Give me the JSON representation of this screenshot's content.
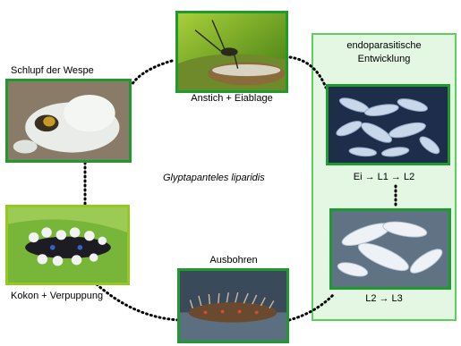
{
  "species": "Glyptapanteles liparidis",
  "stages": {
    "oviposition": "Anstich + Eiablage",
    "emergence": "Schlupf der Wespe",
    "cocoon": "Kokon + Verpuppung",
    "boring_out": "Ausbohren"
  },
  "panel": {
    "title_line1": "endoparasitische",
    "title_line2": "Entwicklung",
    "step1": "Ei → L1 → L2",
    "step2": "L2 → L3"
  },
  "photos": [
    {
      "name": "wasp-on-caterpillar-photo",
      "subject": "wasp ovipositing into caterpillar"
    },
    {
      "name": "wasp-emergence-photo",
      "subject": "wasp emerging from cocoon mass"
    },
    {
      "name": "cocoons-on-caterpillar-photo",
      "subject": "white cocoons on dark caterpillar"
    },
    {
      "name": "hairy-caterpillar-photo",
      "subject": "hairy caterpillar"
    },
    {
      "name": "eggs-larvae-photo",
      "subject": "translucent eggs and young larvae"
    },
    {
      "name": "l3-larvae-photo",
      "subject": "white L3 larvae"
    }
  ],
  "colors": {
    "frame_dark_green": "#1f9a2e",
    "frame_lime": "#95c91e",
    "panel_fill": "#e3f7e3",
    "panel_border": "#5ccf5c",
    "dotted_link": "#000000"
  }
}
